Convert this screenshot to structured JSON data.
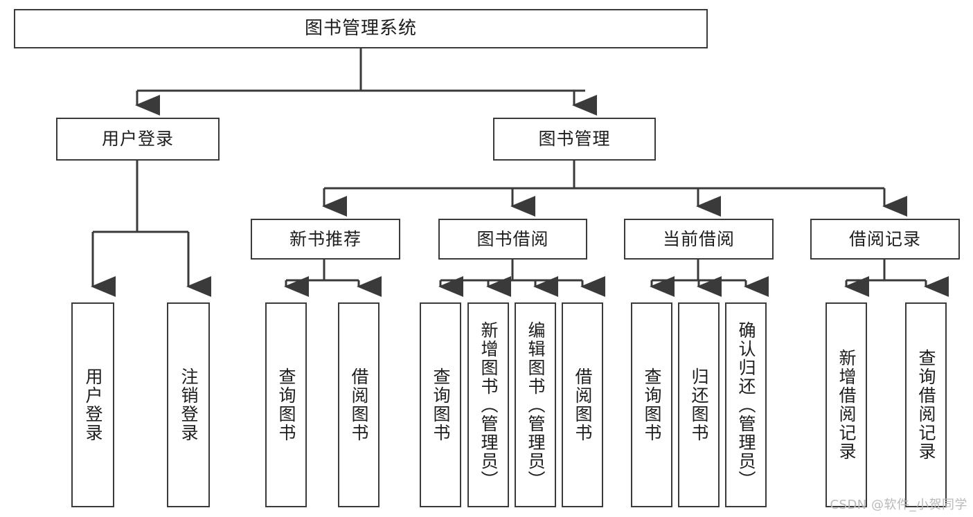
{
  "diagram": {
    "title": "图书管理系统",
    "watermark": "CSDN @软件_小贺同学",
    "stroke_color": "#3a3a3a",
    "text_color": "#1d1d1d",
    "background_color": "#ffffff",
    "root": {
      "label": "图书管理系统"
    },
    "level2": [
      {
        "label": "用户登录"
      },
      {
        "label": "图书管理"
      }
    ],
    "level3": [
      {
        "label": "新书推荐"
      },
      {
        "label": "图书借阅"
      },
      {
        "label": "当前借阅"
      },
      {
        "label": "借阅记录"
      }
    ],
    "leaves": {
      "user_login": [
        {
          "label": "用户登录"
        },
        {
          "label": "注销登录"
        }
      ],
      "new_book_recommend": [
        {
          "label": "查询图书"
        },
        {
          "label": "借阅图书"
        }
      ],
      "book_borrow": [
        {
          "label": "查询图书"
        },
        {
          "label": "新增图书（管理员）"
        },
        {
          "label": "编辑图书（管理员）"
        },
        {
          "label": "借阅图书"
        }
      ],
      "current_borrow": [
        {
          "label": "查询图书"
        },
        {
          "label": "归还图书"
        },
        {
          "label": "确认归还（管理员）"
        }
      ],
      "borrow_records": [
        {
          "label": "新增借阅记录"
        },
        {
          "label": "查询借阅记录"
        }
      ]
    }
  }
}
